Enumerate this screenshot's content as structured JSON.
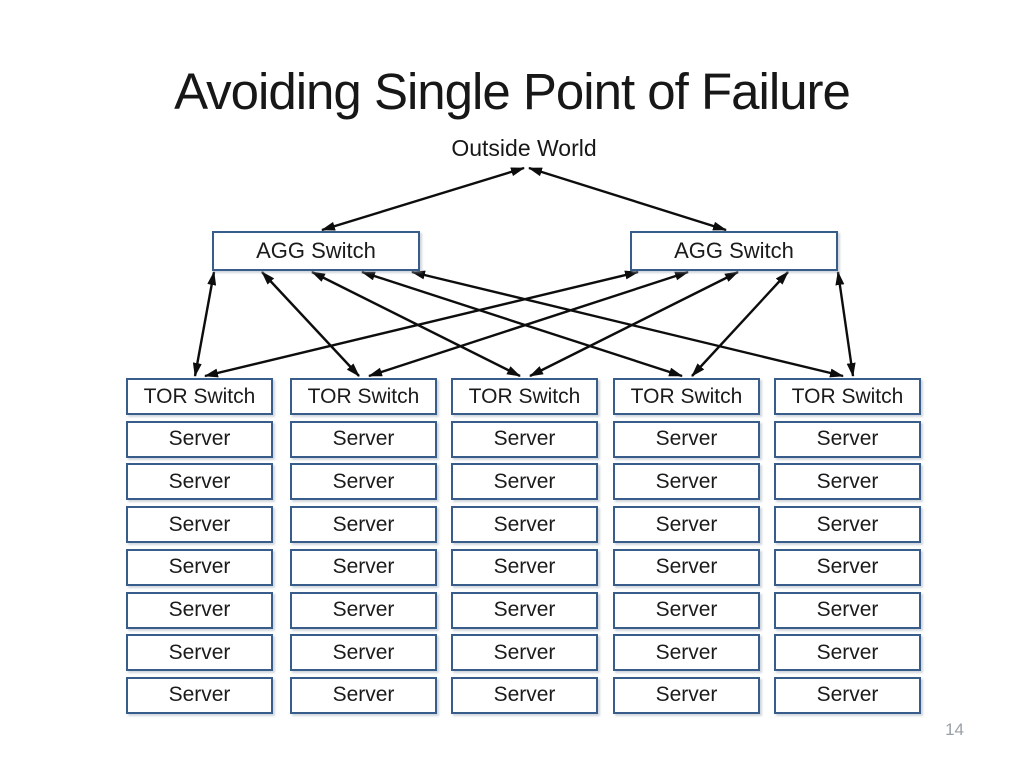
{
  "slide": {
    "title": "Avoiding Single Point of Failure",
    "page_number": "14"
  },
  "network": {
    "outside_world_label": "Outside World",
    "agg_switches": [
      {
        "id": "agg-0",
        "label": "AGG Switch"
      },
      {
        "id": "agg-1",
        "label": "AGG Switch"
      }
    ],
    "racks": [
      {
        "id": "rack-0",
        "tor_label": "TOR Switch",
        "servers": [
          "Server",
          "Server",
          "Server",
          "Server",
          "Server",
          "Server",
          "Server"
        ]
      },
      {
        "id": "rack-1",
        "tor_label": "TOR Switch",
        "servers": [
          "Server",
          "Server",
          "Server",
          "Server",
          "Server",
          "Server",
          "Server"
        ]
      },
      {
        "id": "rack-2",
        "tor_label": "TOR Switch",
        "servers": [
          "Server",
          "Server",
          "Server",
          "Server",
          "Server",
          "Server",
          "Server"
        ]
      },
      {
        "id": "rack-3",
        "tor_label": "TOR Switch",
        "servers": [
          "Server",
          "Server",
          "Server",
          "Server",
          "Server",
          "Server",
          "Server"
        ]
      },
      {
        "id": "rack-4",
        "tor_label": "TOR Switch",
        "servers": [
          "Server",
          "Server",
          "Server",
          "Server",
          "Server",
          "Server",
          "Server"
        ]
      }
    ],
    "connections": [
      {
        "from": "outside-world",
        "to": "agg-0",
        "bidirectional": true
      },
      {
        "from": "outside-world",
        "to": "agg-1",
        "bidirectional": true
      },
      {
        "from": "agg-0",
        "to": "rack-0",
        "bidirectional": true
      },
      {
        "from": "agg-0",
        "to": "rack-1",
        "bidirectional": true
      },
      {
        "from": "agg-0",
        "to": "rack-2",
        "bidirectional": true
      },
      {
        "from": "agg-0",
        "to": "rack-3",
        "bidirectional": true
      },
      {
        "from": "agg-0",
        "to": "rack-4",
        "bidirectional": true
      },
      {
        "from": "agg-1",
        "to": "rack-0",
        "bidirectional": true
      },
      {
        "from": "agg-1",
        "to": "rack-1",
        "bidirectional": true
      },
      {
        "from": "agg-1",
        "to": "rack-2",
        "bidirectional": true
      },
      {
        "from": "agg-1",
        "to": "rack-3",
        "bidirectional": true
      },
      {
        "from": "agg-1",
        "to": "rack-4",
        "bidirectional": true
      }
    ]
  },
  "colors": {
    "box_border": "#385D8A",
    "arrow": "#0d0d0d",
    "text": "#1b1b1b",
    "page_number": "#9aa0a6",
    "background": "#ffffff"
  }
}
